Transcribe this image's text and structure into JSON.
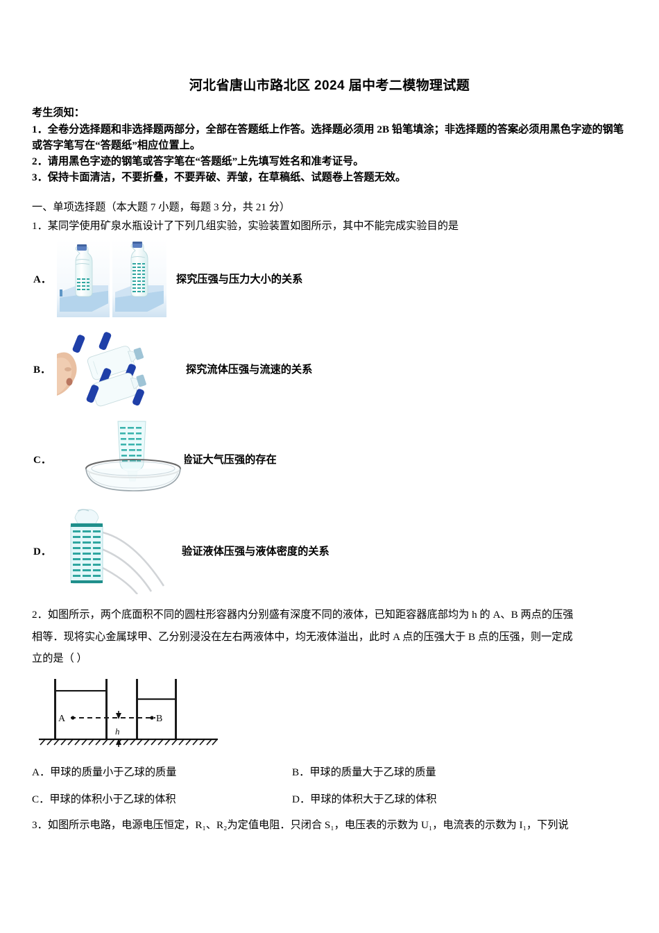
{
  "document": {
    "title": "河北省唐山市路北区 2024 届中考二模物理试题"
  },
  "notice": {
    "heading": "考生须知：",
    "items": [
      "1．全卷分选择题和非选择题两部分，全部在答题纸上作答。选择题必须用 2B 铅笔填涂；非选择题的答案必须用黑色字迹的钢笔或答字笔写在“答题纸”相应位置上。",
      "2．请用黑色字迹的钢笔或答字笔在“答题纸”上先填写姓名和准考证号。",
      "3．保持卡面清洁，不要折叠，不要弄破、弄皱，在草稿纸、试题卷上答题无效。"
    ]
  },
  "sections": [
    {
      "heading": "一、单项选择题（本大题 7 小题，每题 3 分，共 21 分）"
    }
  ],
  "questions": [
    {
      "number": "1．",
      "stem": "某同学使用矿泉水瓶设计了下列几组实验，实验装置如图所示，其中不能完成实验目的是",
      "options": [
        {
          "letter": "A．",
          "text": "探究压强与压力大小的关系",
          "figure": "two-bottles-on-sponge"
        },
        {
          "letter": "B．",
          "text": "探究流体压强与流速的关系",
          "figure": "child-blowing-between-bottles"
        },
        {
          "letter": "C．",
          "text": "验证大气压强的存在",
          "figure": "bottle-inverted-in-dish"
        },
        {
          "letter": "D．",
          "text": "验证液体压强与液体密度的关系",
          "figure": "bottle-with-side-jets"
        }
      ]
    },
    {
      "number": "2．",
      "stem_lines": [
        "如图所示，两个底面积不同的圆柱形容器内分别盛有深度不同的液体，已知距容器底部均为 h 的 A、B 两点的压强",
        "相等．现将实心金属球甲、乙分别浸没在左右两液体中，均无液体溢出，此时 A 点的压强大于 B 点的压强，则一定成",
        "立的是（      ）"
      ],
      "figure": {
        "name": "two-cylindrical-containers",
        "labels": {
          "left_point": "A",
          "right_point": "B",
          "height": "h"
        }
      },
      "options": [
        {
          "letter": "A．",
          "text": "甲球的质量小于乙球的质量"
        },
        {
          "letter": "B．",
          "text": "甲球的质量大于乙球的质量"
        },
        {
          "letter": "C．",
          "text": "甲球的体积小于乙球的体积"
        },
        {
          "letter": "D．",
          "text": "甲球的体积大于乙球的体积"
        }
      ]
    },
    {
      "number": "3．",
      "stem": "如图所示电路，电源电压恒定，R₁、R₂为定值电阻．只闭合 S₁，电压表的示数为 U₁，电流表的示数为 I₁，下列说"
    }
  ],
  "colors": {
    "text": "#111111",
    "bottle_teal": "#2fa6a0",
    "bottle_body": "#dff3f4",
    "cap_blue": "#2b3f8f",
    "sponge_blue": "#7fb3dd",
    "skin": "#e8bb9a"
  }
}
